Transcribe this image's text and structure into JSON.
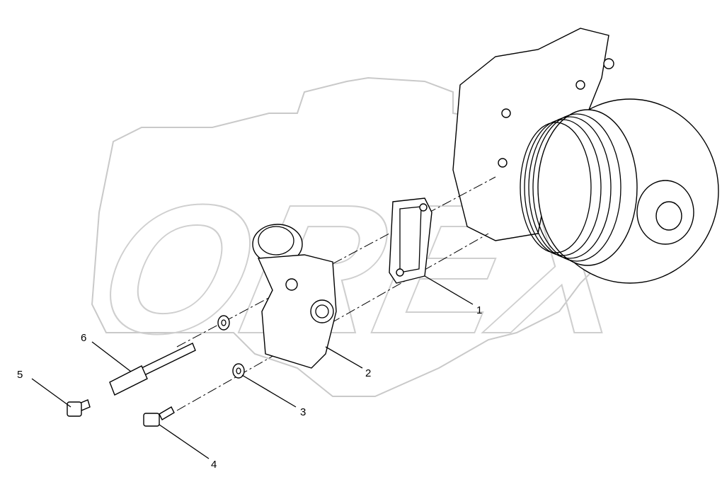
{
  "diagram": {
    "watermark": "OREX",
    "callouts": [
      {
        "id": "1",
        "label": "1"
      },
      {
        "id": "2",
        "label": "2"
      },
      {
        "id": "3",
        "label": "3"
      },
      {
        "id": "4",
        "label": "4"
      },
      {
        "id": "5",
        "label": "5"
      },
      {
        "id": "6",
        "label": "6"
      }
    ]
  }
}
